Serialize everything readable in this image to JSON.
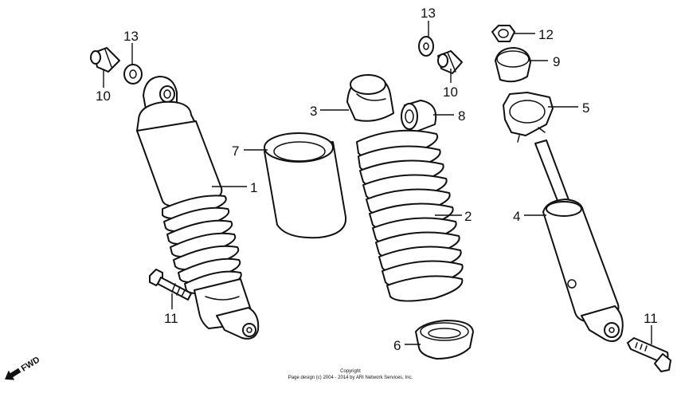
{
  "callouts": {
    "c1": "1",
    "c2": "2",
    "c3": "3",
    "c4": "4",
    "c5": "5",
    "c6": "6",
    "c7": "7",
    "c8": "8",
    "c9": "9",
    "c10a": "10",
    "c10b": "10",
    "c11a": "11",
    "c11b": "11",
    "c12": "12",
    "c13a": "13",
    "c13b": "13"
  },
  "fwd_label": "FWD",
  "copyright": {
    "line1": "Copyright",
    "line2": "Page design (c) 2004 - 2014 by ARI Network Services, Inc."
  }
}
